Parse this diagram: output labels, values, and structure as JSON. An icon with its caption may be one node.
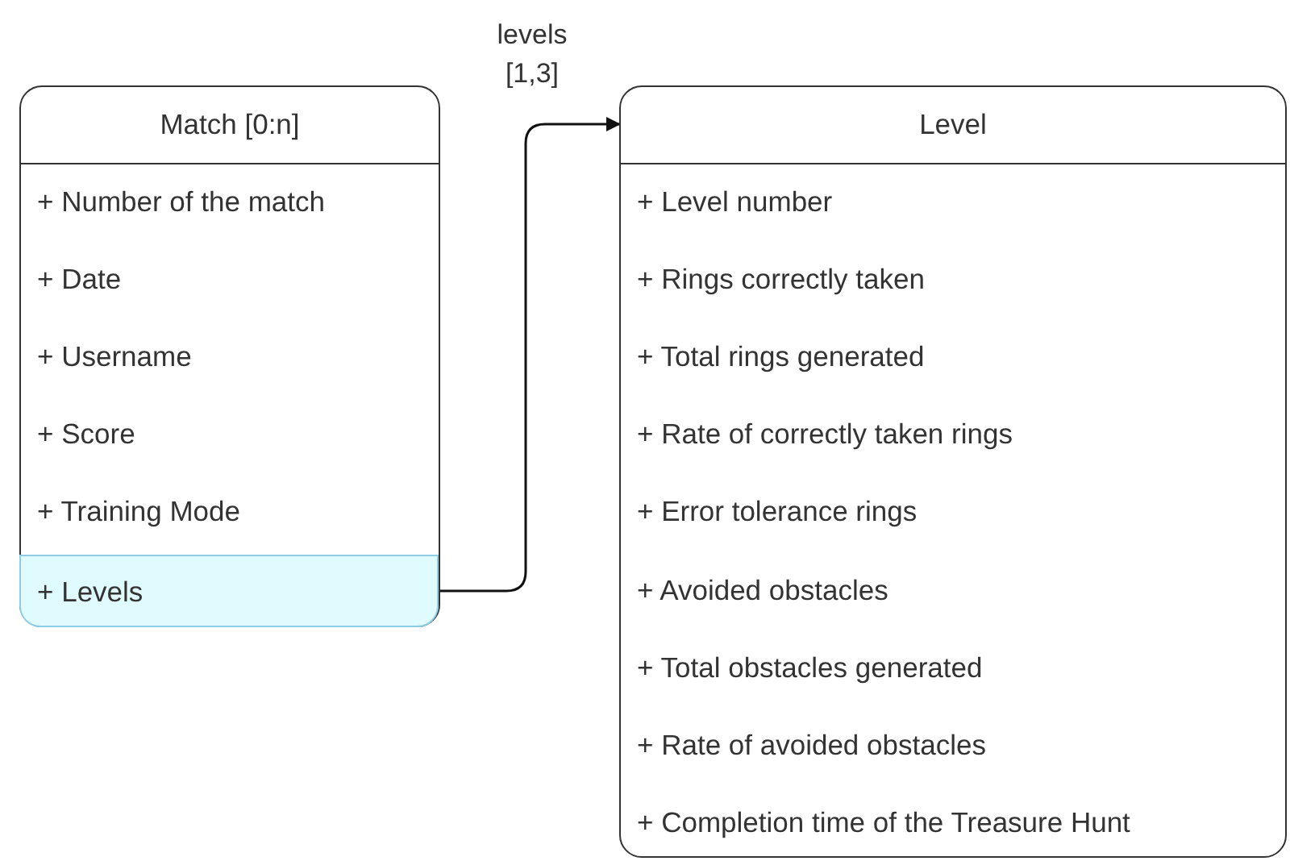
{
  "diagram": {
    "nodes": [
      {
        "text": [
          "Match [0:n]",
          "+ Number of the match",
          "+ Date",
          "+ Username",
          "+ Score",
          "+ Training Mode"
        ]
      },
      {
        "text": [
          "+ Levels"
        ],
        "in": 0
      },
      {
        "text": [
          "Level",
          "+ Level number",
          "+ Rings correctly taken",
          "+ Total rings generated",
          "+ Rate of correctly taken rings",
          "+ Error tolerance rings",
          "+ Avoided obstacles",
          "+ Total obstacles generated",
          "+ Rate of avoided obstacles",
          "+ Completion time of the Treasure Hunt"
        ]
      }
    ],
    "edges": [
      {
        "from": 1,
        "to": 2,
        "arrow": "to",
        "label": "levels [1,3]"
      }
    ]
  }
}
